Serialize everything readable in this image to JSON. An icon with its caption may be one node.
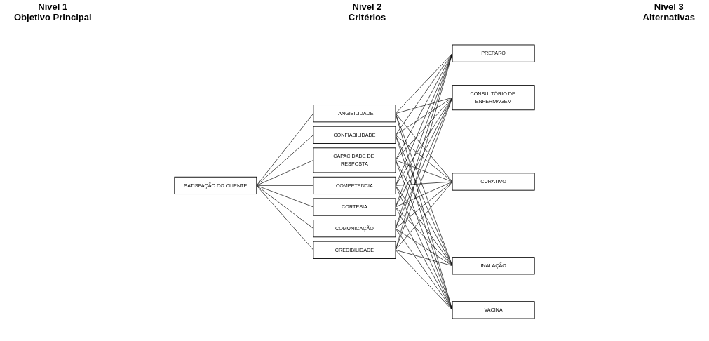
{
  "diagram": {
    "nodes": [
      {
        "text": [
          "SATISFAÇÃO DO CLIENTE"
        ]
      },
      {
        "text": [
          "TANGIBILIDADE"
        ]
      },
      {
        "text": [
          "CONFIABILIDADE"
        ]
      },
      {
        "text": [
          "CAPACIDADE DE RESPOSTA"
        ]
      },
      {
        "text": [
          "COMPETENCIA"
        ]
      },
      {
        "text": [
          "CORTESIA"
        ]
      },
      {
        "text": [
          "COMUNICAÇÃO"
        ]
      },
      {
        "text": [
          "CREDIBILIDADE"
        ]
      },
      {
        "text": [
          "PREPARO"
        ]
      },
      {
        "text": [
          "CONSULTÓRIO DE ENFERMAGEM"
        ]
      },
      {
        "text": [
          "CURATIVO"
        ]
      },
      {
        "text": [
          "INALAÇÃO"
        ]
      },
      {
        "text": [
          "VACINA"
        ]
      }
    ],
    "edges": [
      {
        "from": 0,
        "to": 1,
        "arrow": "none"
      },
      {
        "from": 0,
        "to": 2,
        "arrow": "none"
      },
      {
        "from": 0,
        "to": 3,
        "arrow": "none"
      },
      {
        "from": 0,
        "to": 4,
        "arrow": "none"
      },
      {
        "from": 0,
        "to": 5,
        "arrow": "none"
      },
      {
        "from": 0,
        "to": 6,
        "arrow": "none"
      },
      {
        "from": 0,
        "to": 7,
        "arrow": "none"
      },
      {
        "from": 1,
        "to": 8,
        "arrow": "none"
      },
      {
        "from": 1,
        "to": 9,
        "arrow": "none"
      },
      {
        "from": 1,
        "to": 10,
        "arrow": "none"
      },
      {
        "from": 1,
        "to": 11,
        "arrow": "none"
      },
      {
        "from": 1,
        "to": 12,
        "arrow": "none"
      },
      {
        "from": 2,
        "to": 8,
        "arrow": "none"
      },
      {
        "from": 2,
        "to": 9,
        "arrow": "none"
      },
      {
        "from": 2,
        "to": 10,
        "arrow": "none"
      },
      {
        "from": 2,
        "to": 11,
        "arrow": "none"
      },
      {
        "from": 2,
        "to": 12,
        "arrow": "none"
      },
      {
        "from": 3,
        "to": 8,
        "arrow": "none"
      },
      {
        "from": 3,
        "to": 9,
        "arrow": "none"
      },
      {
        "from": 3,
        "to": 10,
        "arrow": "none"
      },
      {
        "from": 3,
        "to": 11,
        "arrow": "none"
      },
      {
        "from": 3,
        "to": 12,
        "arrow": "none"
      },
      {
        "from": 4,
        "to": 8,
        "arrow": "none"
      },
      {
        "from": 4,
        "to": 9,
        "arrow": "none"
      },
      {
        "from": 4,
        "to": 10,
        "arrow": "none"
      },
      {
        "from": 4,
        "to": 11,
        "arrow": "none"
      },
      {
        "from": 4,
        "to": 12,
        "arrow": "none"
      },
      {
        "from": 5,
        "to": 8,
        "arrow": "none"
      },
      {
        "from": 5,
        "to": 9,
        "arrow": "none"
      },
      {
        "from": 5,
        "to": 10,
        "arrow": "none"
      },
      {
        "from": 5,
        "to": 11,
        "arrow": "none"
      },
      {
        "from": 5,
        "to": 12,
        "arrow": "none"
      },
      {
        "from": 6,
        "to": 8,
        "arrow": "none"
      },
      {
        "from": 6,
        "to": 9,
        "arrow": "none"
      },
      {
        "from": 6,
        "to": 10,
        "arrow": "none"
      },
      {
        "from": 6,
        "to": 11,
        "arrow": "none"
      },
      {
        "from": 6,
        "to": 12,
        "arrow": "none"
      },
      {
        "from": 7,
        "to": 8,
        "arrow": "none"
      },
      {
        "from": 7,
        "to": 9,
        "arrow": "none"
      },
      {
        "from": 7,
        "to": 10,
        "arrow": "none"
      },
      {
        "from": 7,
        "to": 11,
        "arrow": "none"
      },
      {
        "from": 7,
        "to": 12,
        "arrow": "none"
      }
    ],
    "labels": [
      "Nível 1",
      "Objetivo Principal",
      "Nível 2",
      "Critérios",
      "Nível 3",
      "Alternativas"
    ]
  }
}
